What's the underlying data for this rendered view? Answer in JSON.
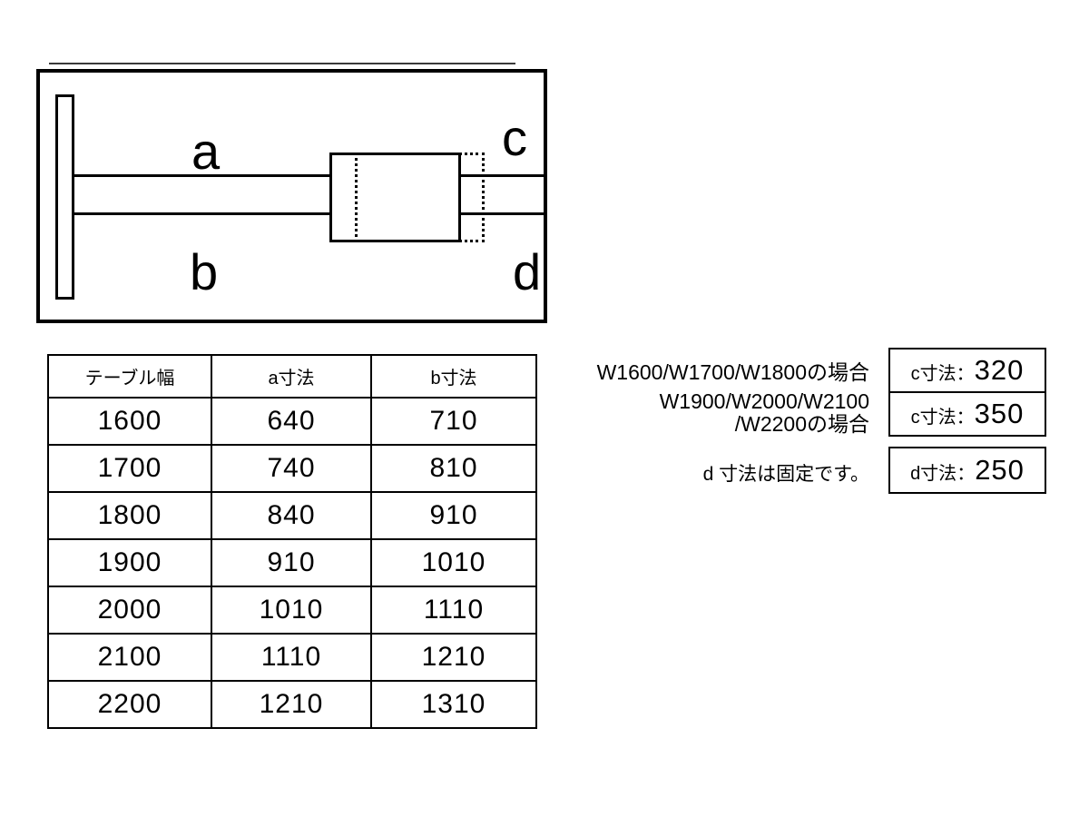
{
  "diagram": {
    "labels": {
      "a": "a",
      "b": "b",
      "c": "c",
      "d": "d"
    }
  },
  "table": {
    "headers": [
      "テーブル幅",
      "a寸法",
      "b寸法"
    ],
    "rows": [
      [
        "1600",
        "640",
        "710"
      ],
      [
        "1700",
        "740",
        "810"
      ],
      [
        "1800",
        "840",
        "910"
      ],
      [
        "1900",
        "910",
        "1010"
      ],
      [
        "2000",
        "1010",
        "1110"
      ],
      [
        "2100",
        "1110",
        "1210"
      ],
      [
        "2200",
        "1210",
        "1310"
      ]
    ]
  },
  "annotations": {
    "case_small": "W1600/W1700/W1800の場合",
    "case_large_line1": "W1900/W2000/W2100",
    "case_large_line2": "/W2200の場合",
    "d_note": "d 寸法は固定です。"
  },
  "value_boxes": [
    {
      "label": "c寸法",
      "separator": "：",
      "value": "320"
    },
    {
      "label": "c寸法",
      "separator": "：",
      "value": "350"
    },
    {
      "label": "d寸法",
      "separator": "：",
      "value": "250"
    }
  ],
  "colors": {
    "ink": "#000000",
    "background": "#ffffff"
  }
}
